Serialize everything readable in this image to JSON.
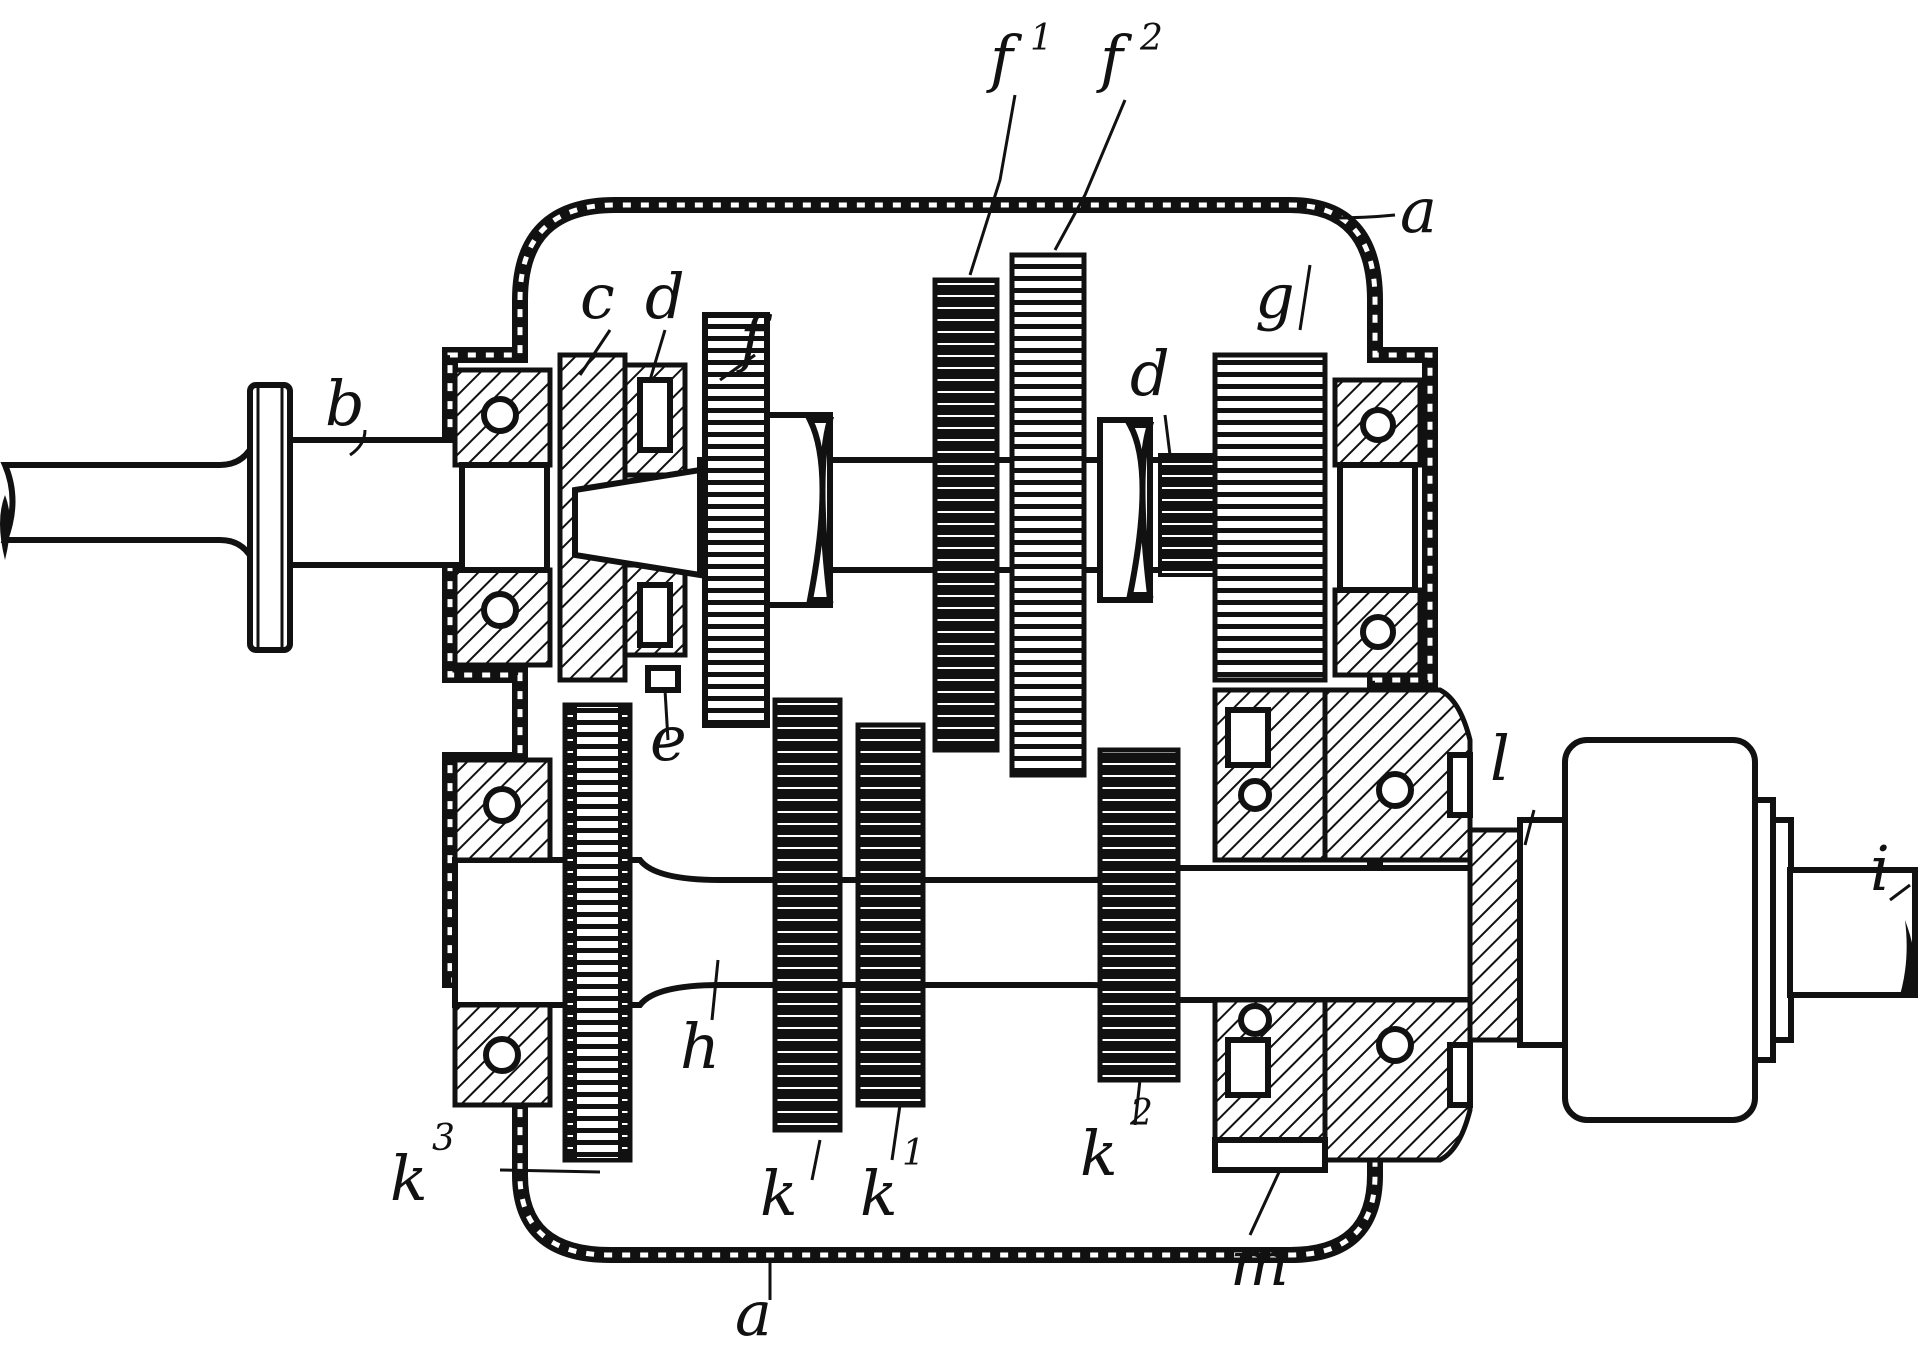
{
  "diagram": {
    "labels": {
      "a_top": "a",
      "a_bottom": "a",
      "b": "b",
      "c": "c",
      "d_left": "d",
      "d_right": "d",
      "e": "e",
      "f": "f",
      "f1": "f",
      "f1_sup": "1",
      "f2": "f",
      "f2_sup": "2",
      "g": "g",
      "h": "h",
      "i": "i",
      "k": "k",
      "k1": "k",
      "k1_sup": "1",
      "k2": "k",
      "k2_sup": "2",
      "k3": "k",
      "k3_sup": "3",
      "l": "l",
      "m": "m"
    }
  }
}
